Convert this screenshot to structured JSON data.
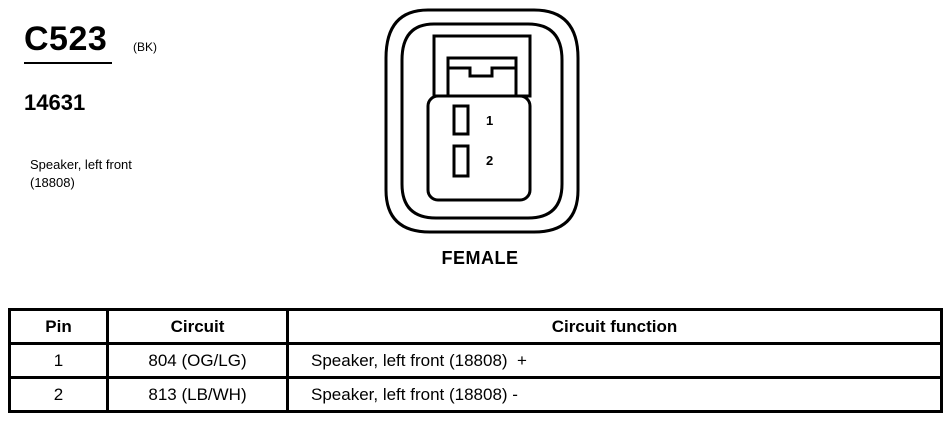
{
  "connector": {
    "id": "C523",
    "color": "(BK)",
    "part_number": "14631",
    "description_lines": [
      "Speaker, left front",
      "(18808)"
    ],
    "gender": "FEMALE",
    "pins": [
      "1",
      "2"
    ]
  },
  "table": {
    "headers": {
      "pin": "Pin",
      "circuit": "Circuit",
      "function": "Circuit function"
    },
    "rows": [
      {
        "pin": "1",
        "circuit": "804 (OG/LG)",
        "function": "Speaker, left front (18808)  +"
      },
      {
        "pin": "2",
        "circuit": "813 (LB/WH)",
        "function": "Speaker, left front (18808) -"
      }
    ]
  }
}
